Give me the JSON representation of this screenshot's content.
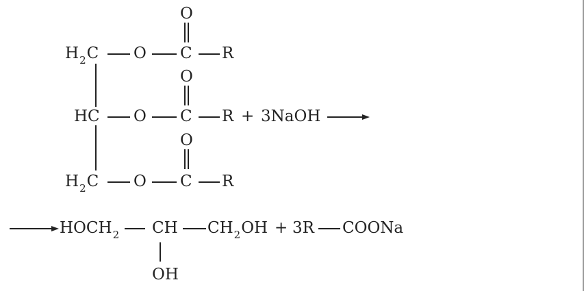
{
  "reactants": {
    "rows": [
      {
        "carbon_main": "H",
        "carbon_sub": "2",
        "carbon_tail": "C",
        "oxygen": "O",
        "carbonyl_c": "C",
        "carbonyl_o": "O",
        "r_group": "R"
      },
      {
        "carbon_main": "HC",
        "oxygen": "O",
        "carbonyl_c": "C",
        "carbonyl_o": "O",
        "r_group": "R"
      },
      {
        "carbon_main": "H",
        "carbon_sub": "2",
        "carbon_tail": "C",
        "oxygen": "O",
        "carbonyl_c": "C",
        "carbonyl_o": "O",
        "r_group": "R"
      }
    ],
    "plus": "+",
    "reagent": "3NaOH"
  },
  "products": {
    "glycerol_left_main": "HOCH",
    "glycerol_left_sub": "2",
    "glycerol_center": "CH",
    "glycerol_right_pre": "CH",
    "glycerol_right_sub": "2",
    "glycerol_right_post": "OH",
    "glycerol_hydroxyl": "OH",
    "plus": "+",
    "soap_coeff_r": "3R",
    "soap_group": "COONa"
  }
}
